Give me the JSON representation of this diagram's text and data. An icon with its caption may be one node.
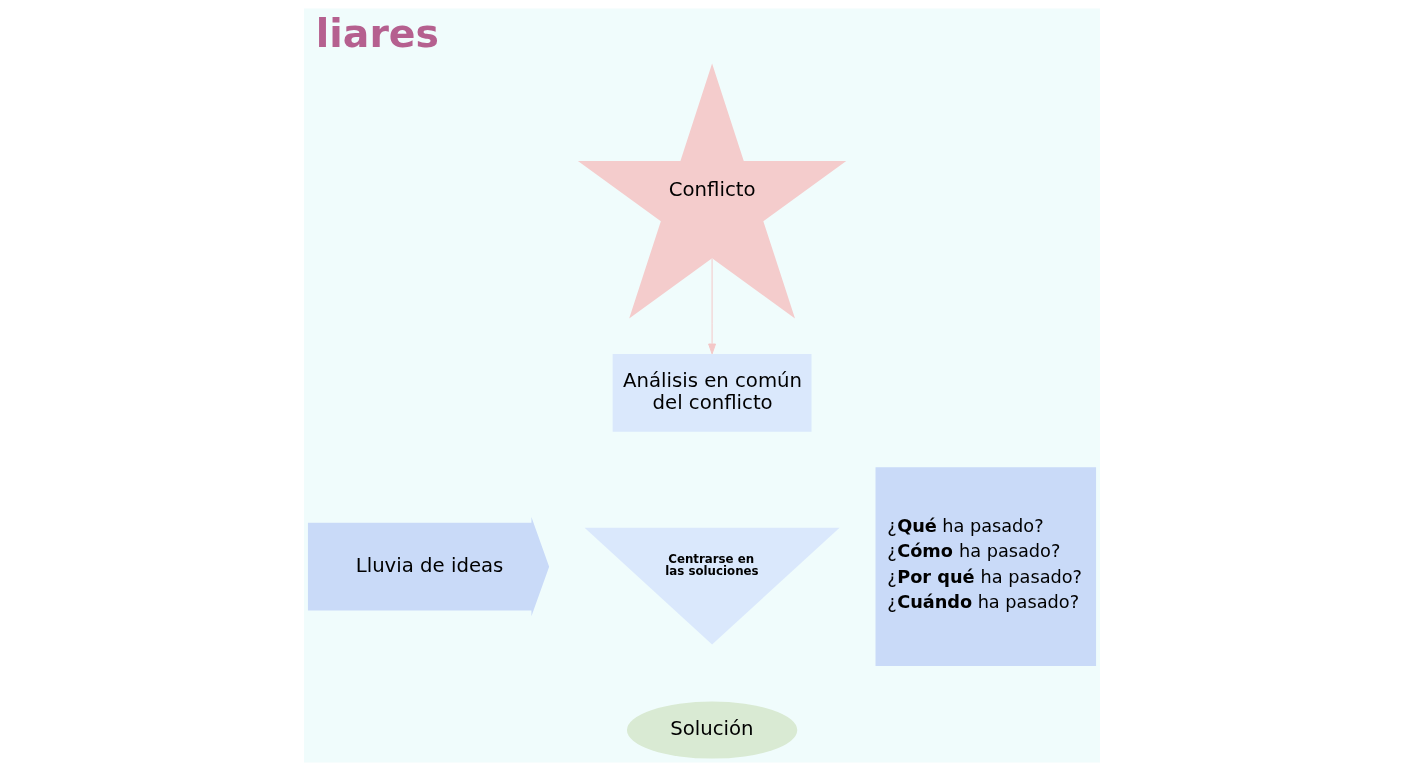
{
  "diagram": {
    "title": "liares",
    "nodes": [
      {
        "text": [
          "Conflicto"
        ]
      },
      {
        "text": [
          "Análisis en común del conflicto"
        ]
      },
      {
        "text": [
          "Lluvia de ideas"
        ]
      },
      {
        "text": [
          "Centrarse en las soluciones"
        ]
      },
      {
        "text": [
          "¿**Qué** ha pasado?",
          "¿**Cómo** ha pasado?",
          "¿**Por qué** ha pasado?",
          "¿**Cuándo** ha pasado?"
        ]
      },
      {
        "text": [
          "Solución"
        ]
      }
    ],
    "edges": [
      {
        "from": 0,
        "to": 1,
        "arrow": "to",
        "color": "#f4c7c7"
      }
    ]
  }
}
